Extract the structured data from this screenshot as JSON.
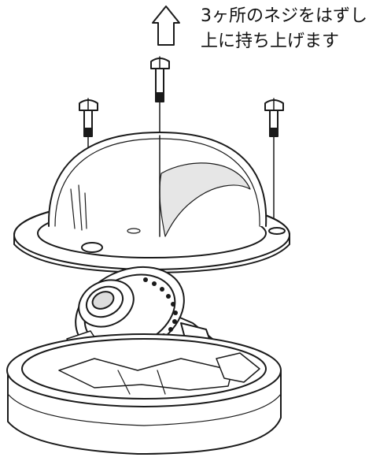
{
  "instruction": {
    "line1": "3ヶ所のネジをはずし",
    "line2": "上に持ち上げます"
  },
  "colors": {
    "line": "#1a1a1a",
    "fill": "#ffffff",
    "shade": "#cfcfcf"
  },
  "icons": {
    "lift_arrow": "up-arrow-outline"
  }
}
